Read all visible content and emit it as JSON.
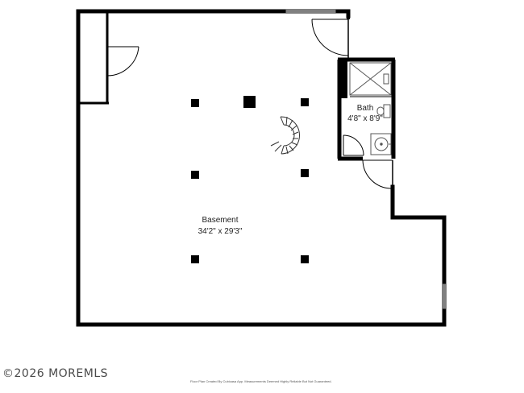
{
  "rooms": {
    "basement": {
      "name": "Basement",
      "dims": "34'2\" x 29'3\""
    },
    "bath": {
      "name": "Bath",
      "dims": "4'8\" x 8'9\""
    }
  },
  "footer": {
    "copyright": "©2026 MOREMLS",
    "credit": "Floor Plan Created By Cubicasa App. Measurements Deemed Highly Reliable But Not Guaranteed."
  },
  "colors": {
    "wall": "#000000",
    "fixture": "#555555",
    "background": "#ffffff"
  }
}
